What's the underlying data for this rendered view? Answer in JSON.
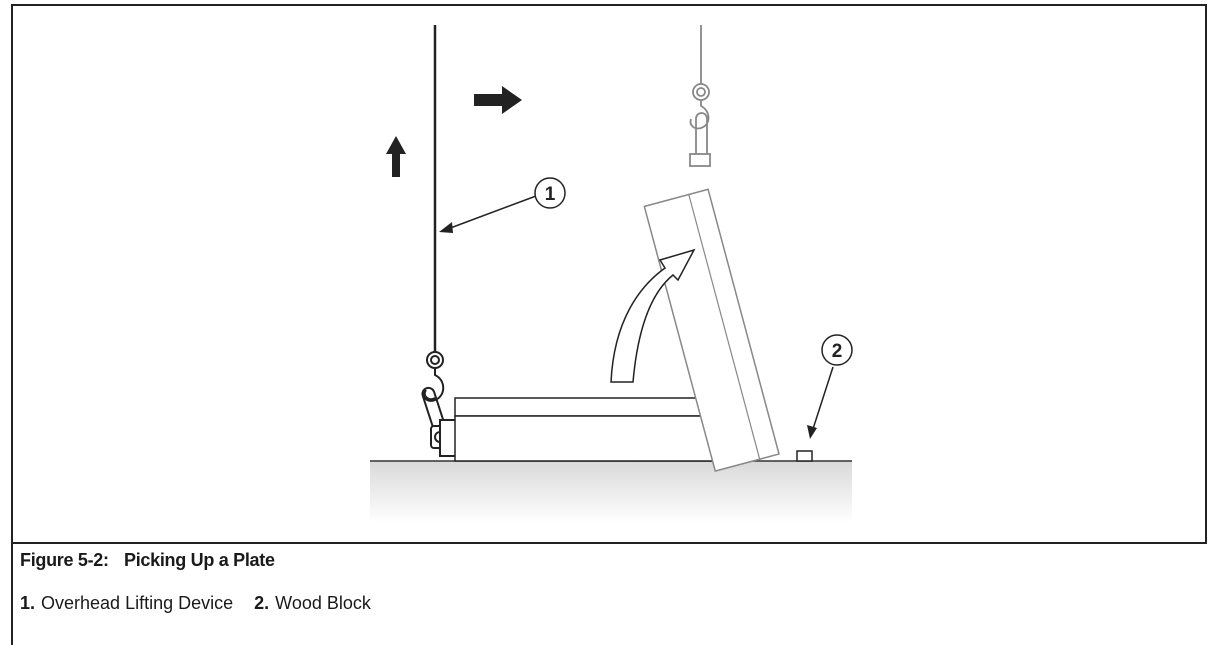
{
  "figure": {
    "number": "Figure 5-2:",
    "title": "Picking Up a Plate"
  },
  "callouts": [
    {
      "label": "1"
    },
    {
      "label": "2"
    }
  ],
  "legend": [
    {
      "index": "1.",
      "text": "Overhead Lifting Device"
    },
    {
      "index": "2.",
      "text": "Wood Block"
    }
  ]
}
